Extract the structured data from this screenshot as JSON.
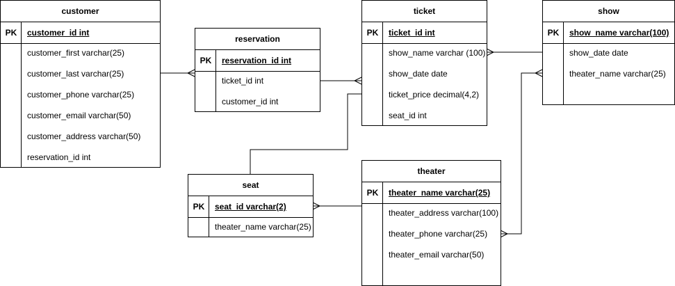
{
  "entities": {
    "customer": {
      "title": "customer",
      "pk_label": "PK",
      "pk_field": "customer_id int",
      "attributes": [
        "customer_first varchar(25)",
        "customer_last varchar(25)",
        "customer_phone varchar(25)",
        "customer_email varchar(50)",
        "customer_address varchar(50)",
        "reservation_id int"
      ]
    },
    "reservation": {
      "title": "reservation",
      "pk_label": "PK",
      "pk_field": "reservation_id int",
      "attributes": [
        "ticket_id int",
        "customer_id int"
      ]
    },
    "ticket": {
      "title": "ticket",
      "pk_label": "PK",
      "pk_field": "ticket_id int",
      "attributes": [
        "show_name varchar (100)",
        "show_date date",
        "ticket_price decimal(4,2)",
        "seat_id int"
      ]
    },
    "show": {
      "title": "show",
      "pk_label": "PK",
      "pk_field": "show_name varchar(100)",
      "attributes": [
        "show_date date",
        "theater_name varchar(25)"
      ]
    },
    "seat": {
      "title": "seat",
      "pk_label": "PK",
      "pk_field": "seat_id varchar(2)",
      "attributes": [
        "theater_name varchar(25)"
      ]
    },
    "theater": {
      "title": "theater",
      "pk_label": "PK",
      "pk_field": "theater_name varchar(25)",
      "attributes": [
        "theater_address varchar(100)",
        "theater_phone varchar(25)",
        "theater_email varchar(50)"
      ]
    }
  }
}
